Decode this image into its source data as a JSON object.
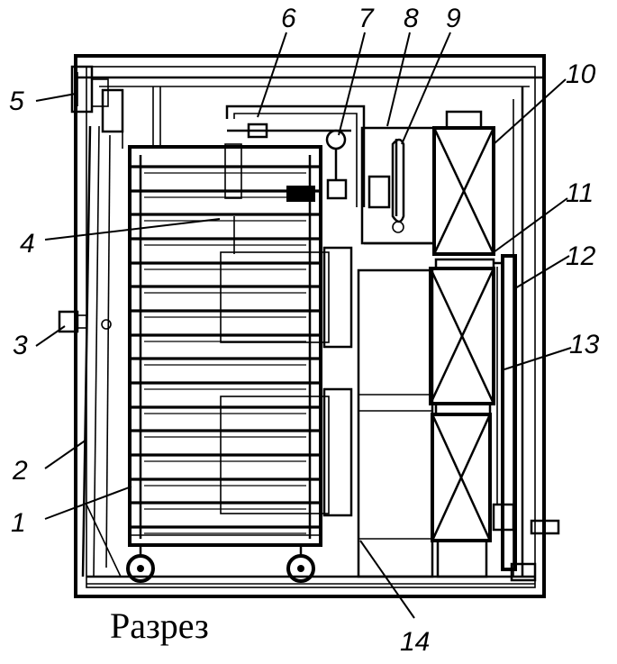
{
  "caption": "Разрез",
  "callouts": [
    {
      "id": "1",
      "label": "1"
    },
    {
      "id": "2",
      "label": "2"
    },
    {
      "id": "3",
      "label": "3"
    },
    {
      "id": "4",
      "label": "4"
    },
    {
      "id": "5",
      "label": "5"
    },
    {
      "id": "6",
      "label": "6"
    },
    {
      "id": "7",
      "label": "7"
    },
    {
      "id": "8",
      "label": "8"
    },
    {
      "id": "9",
      "label": "9"
    },
    {
      "id": "10",
      "label": "10"
    },
    {
      "id": "11",
      "label": "11"
    },
    {
      "id": "12",
      "label": "12"
    },
    {
      "id": "13",
      "label": "13"
    },
    {
      "id": "14",
      "label": "14"
    }
  ]
}
